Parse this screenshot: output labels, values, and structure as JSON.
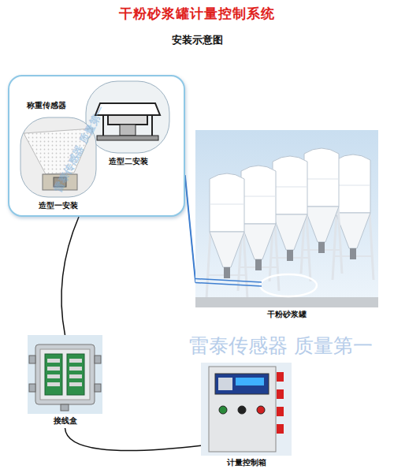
{
  "diagram": {
    "title": "干粉砂浆罐计量控制系统",
    "nodes": [
      {
        "text": [
          "称重传感器"
        ]
      },
      {
        "text": [
          "造型二安装"
        ],
        "in": 0
      },
      {
        "text": [
          "造型一安装"
        ],
        "in": 0
      },
      {
        "text": [
          "干粉砂浆罐"
        ]
      },
      {
        "text": [
          "接线盒"
        ]
      },
      {
        "text": [
          "计量控制箱"
        ]
      }
    ],
    "edges": [
      {
        "from": 0,
        "to": 3,
        "arrow": "none"
      },
      {
        "from": 0,
        "to": 4,
        "arrow": "none"
      },
      {
        "from": 4,
        "to": 5,
        "arrow": "none"
      }
    ],
    "labels": [
      "安装示意图",
      "雷泰传感器 质量第一",
      "雷泰传感器 质量第一"
    ]
  }
}
